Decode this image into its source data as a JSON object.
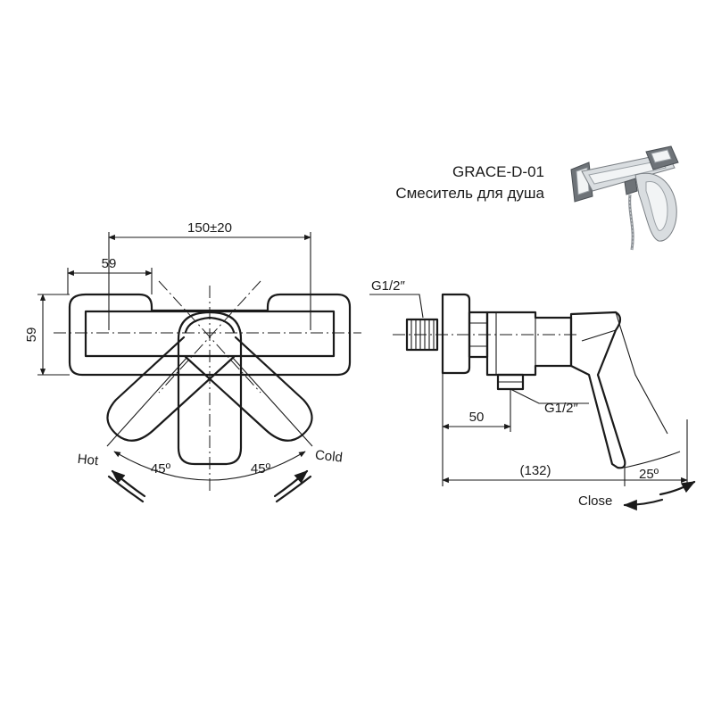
{
  "product": {
    "model": "GRACE-D-01",
    "description": "Смеситель для душа"
  },
  "front_view": {
    "dim_width": "150±20",
    "dim_handle": "59",
    "dim_height": "59",
    "label_hot": "Hot",
    "label_cold": "Cold",
    "angle_left": "45º",
    "angle_right": "45º"
  },
  "side_view": {
    "thread_inlet": "G1/2″",
    "thread_outlet": "G1/2″",
    "dim_outlet": "50",
    "dim_depth": "(132)",
    "angle_close": "25º",
    "label_close": "Close"
  }
}
